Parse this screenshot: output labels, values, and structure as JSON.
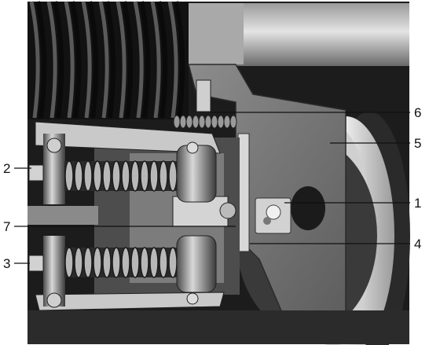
{
  "callouts": [
    {
      "id": "1",
      "label": "1",
      "side": "right"
    },
    {
      "id": "2",
      "label": "2",
      "side": "left"
    },
    {
      "id": "3",
      "label": "3",
      "side": "left"
    },
    {
      "id": "4",
      "label": "4",
      "side": "right"
    },
    {
      "id": "5",
      "label": "5",
      "side": "right"
    },
    {
      "id": "6",
      "label": "6",
      "side": "right"
    },
    {
      "id": "7",
      "label": "7",
      "side": "left"
    }
  ],
  "colors": {
    "background": "#ffffff",
    "dark": "#151515",
    "metal_mid": "#7a7a7a",
    "metal_light": "#c8c8c8",
    "highlight": "#e6e6e6"
  }
}
